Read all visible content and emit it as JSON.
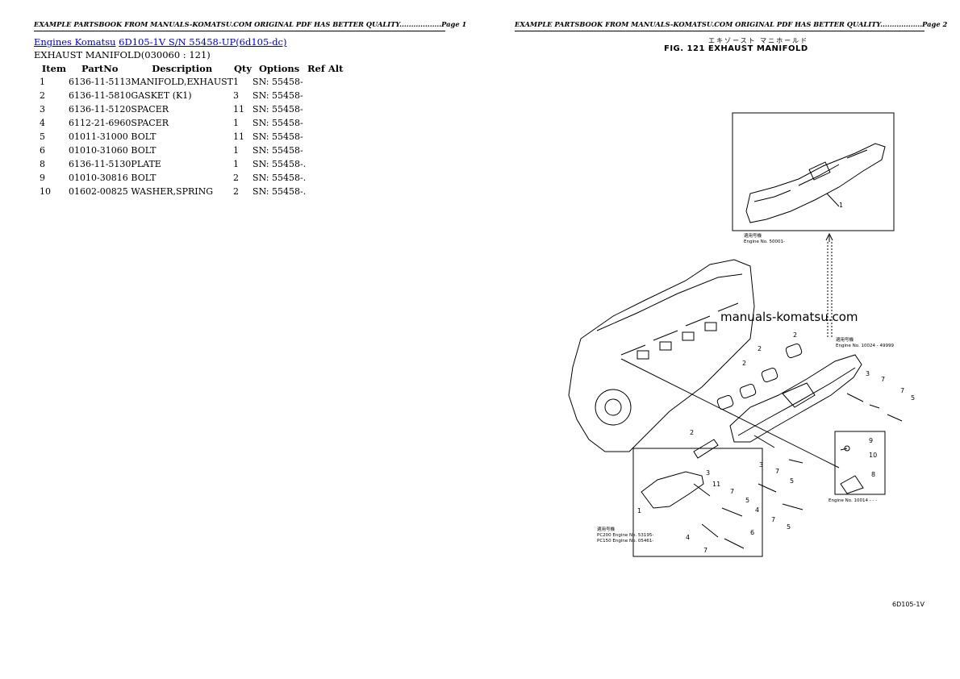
{
  "page_header_left": "EXAMPLE PARTSBOOK FROM MANUALS-KOMATSU.COM ORIGINAL PDF HAS BETTER QUALITY..................Page 1",
  "page_header_right": "EXAMPLE PARTSBOOK FROM MANUALS-KOMATSU.COM ORIGINAL PDF HAS BETTER QUALITY..................Page 2",
  "breadcrumb": {
    "link1": "Engines Komatsu",
    "link2": "6D105-1V S/N 55458-UP(6d105-dc)"
  },
  "subtitle": "EXHAUST MANIFOLD(030060 : 121)",
  "table": {
    "headers": {
      "item": "Item",
      "partno": "PartNo",
      "description": "Description",
      "qty": "Qty",
      "options": "Options",
      "refalt": "Ref Alt"
    },
    "rows": [
      {
        "item": "1",
        "partno": "6136-11-5113",
        "description": "MANIFOLD,EXHAUST",
        "qty": "1",
        "options": "SN: 55458-"
      },
      {
        "item": "2",
        "partno": "6136-11-5810",
        "description": "GASKET (K1)",
        "qty": "3",
        "options": "SN: 55458-"
      },
      {
        "item": "3",
        "partno": "6136-11-5120",
        "description": "SPACER",
        "qty": "11",
        "options": "SN: 55458-"
      },
      {
        "item": "4",
        "partno": "6112-21-6960",
        "description": "SPACER",
        "qty": "1",
        "options": "SN: 55458-"
      },
      {
        "item": "5",
        "partno": "01011-31000",
        "description": "BOLT",
        "qty": "11",
        "options": "SN: 55458-"
      },
      {
        "item": "6",
        "partno": "01010-31060",
        "description": "BOLT",
        "qty": "1",
        "options": "SN: 55458-"
      },
      {
        "item": "8",
        "partno": "6136-11-5130",
        "description": "PLATE",
        "qty": "1",
        "options": "SN: 55458-."
      },
      {
        "item": "9",
        "partno": "01010-30816",
        "description": "BOLT",
        "qty": "2",
        "options": "SN: 55458-."
      },
      {
        "item": "10",
        "partno": "01602-00825",
        "description": "WASHER,SPRING",
        "qty": "2",
        "options": "SN: 55458-."
      }
    ]
  },
  "figure": {
    "title_jp": "エキゾースト マニホールド",
    "title": "FIG. 121  EXHAUST MANIFOLD",
    "watermark": "manuals-komatsu.com",
    "model_code": "6D105-1V",
    "notes": {
      "top_jp": "適用号機",
      "top": "Engine No. 50001-",
      "right_jp": "適用号機",
      "right": "Engine No. 10024 - 49999",
      "lower_right": "Engine No. 10014 - - -",
      "lower_left_jp": "適用号機",
      "lower_left_1": "PC200 Engine No. 53195-",
      "lower_left_2": "PC150 Engine No. 05461-"
    },
    "callouts": [
      "1",
      "2",
      "2",
      "2",
      "2",
      "3",
      "7",
      "7",
      "5",
      "9",
      "10",
      "8",
      "3",
      "7",
      "5",
      "4",
      "7",
      "5",
      "3",
      "11",
      "7",
      "5",
      "1",
      "4",
      "6",
      "7"
    ]
  }
}
